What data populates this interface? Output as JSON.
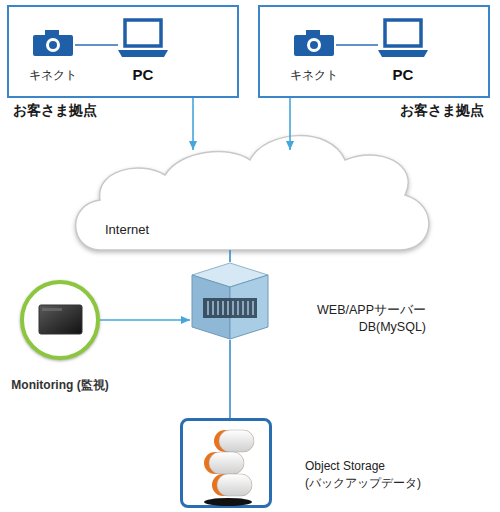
{
  "diagram": {
    "nodes": [
      {
        "text": [
          "お客さま拠点"
        ]
      },
      {
        "text": [
          "キネクト"
        ],
        "in": 0
      },
      {
        "text": [
          "PC"
        ],
        "in": 0
      },
      {
        "text": [
          "お客さま拠点"
        ]
      },
      {
        "text": [
          "キネクト"
        ],
        "in": 3
      },
      {
        "text": [
          "PC"
        ],
        "in": 3
      },
      {
        "text": [
          "Internet"
        ]
      },
      {
        "text": [
          "Monitoring (監視)"
        ]
      },
      {
        "text": [
          "WEB/APPサーバー DB(MySQL)"
        ]
      },
      {
        "text": [
          "Object Storage (バックアップデータ)"
        ]
      }
    ],
    "edges": [
      {
        "from": 1,
        "to": 2,
        "arrow": "none"
      },
      {
        "from": 4,
        "to": 5,
        "arrow": "none"
      },
      {
        "from": 0,
        "to": 6,
        "arrow": "to"
      },
      {
        "from": 3,
        "to": 6,
        "arrow": "to"
      },
      {
        "from": 6,
        "to": 8,
        "arrow": "none"
      },
      {
        "from": 7,
        "to": 8,
        "arrow": "to"
      },
      {
        "from": 8,
        "to": 9,
        "arrow": "none"
      }
    ]
  }
}
